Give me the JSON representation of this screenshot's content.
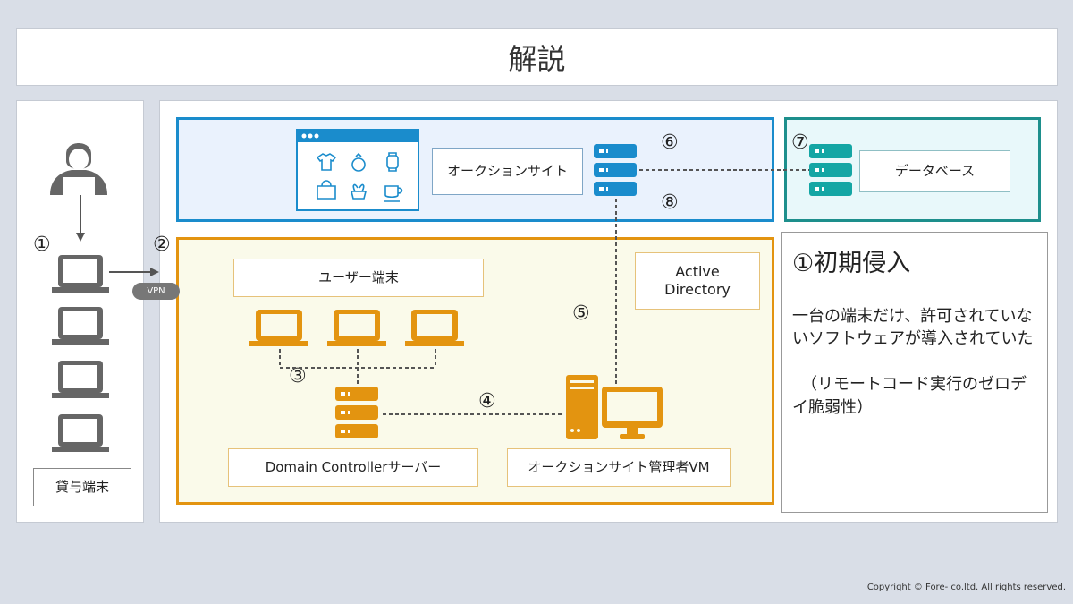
{
  "header": {
    "title": "解説"
  },
  "left_panel": {
    "caption": "貸与端末",
    "marker": "①",
    "vpn_label": "VPN"
  },
  "top_zone": {
    "site_label": "オークションサイト",
    "marker_6": "⑥",
    "marker_8": "⑧"
  },
  "db_zone": {
    "db_label": "データベース",
    "marker_7": "⑦"
  },
  "corp_zone": {
    "marker_2": "②",
    "user_terminal_label": "ユーザー端末",
    "active_directory_label_1": "Active",
    "active_directory_label_2": "Directory",
    "dc_label": "Domain Controllerサーバー",
    "admin_vm_label": "オークションサイト管理者VM",
    "marker_3": "③",
    "marker_4": "④",
    "marker_5": "⑤"
  },
  "explanation": {
    "heading": "①初期侵入",
    "body_1": "一台の端末だけ、許可されていないソフトウェアが導入されていた",
    "body_2": "（リモートコード実行のゼロデイ脆弱性）"
  },
  "footer": {
    "copyright": "Copyright © Fore- co.ltd. All rights reserved."
  },
  "colors": {
    "background": "#d9dee7",
    "blue": "#1a8ccc",
    "teal": "#14a6a4",
    "orange": "#e39410",
    "gray_icon": "#666666",
    "blue_zone_fill": "#eaf2fd",
    "teal_zone_fill": "#e8f8fa",
    "orange_zone_fill": "#fafaea"
  }
}
